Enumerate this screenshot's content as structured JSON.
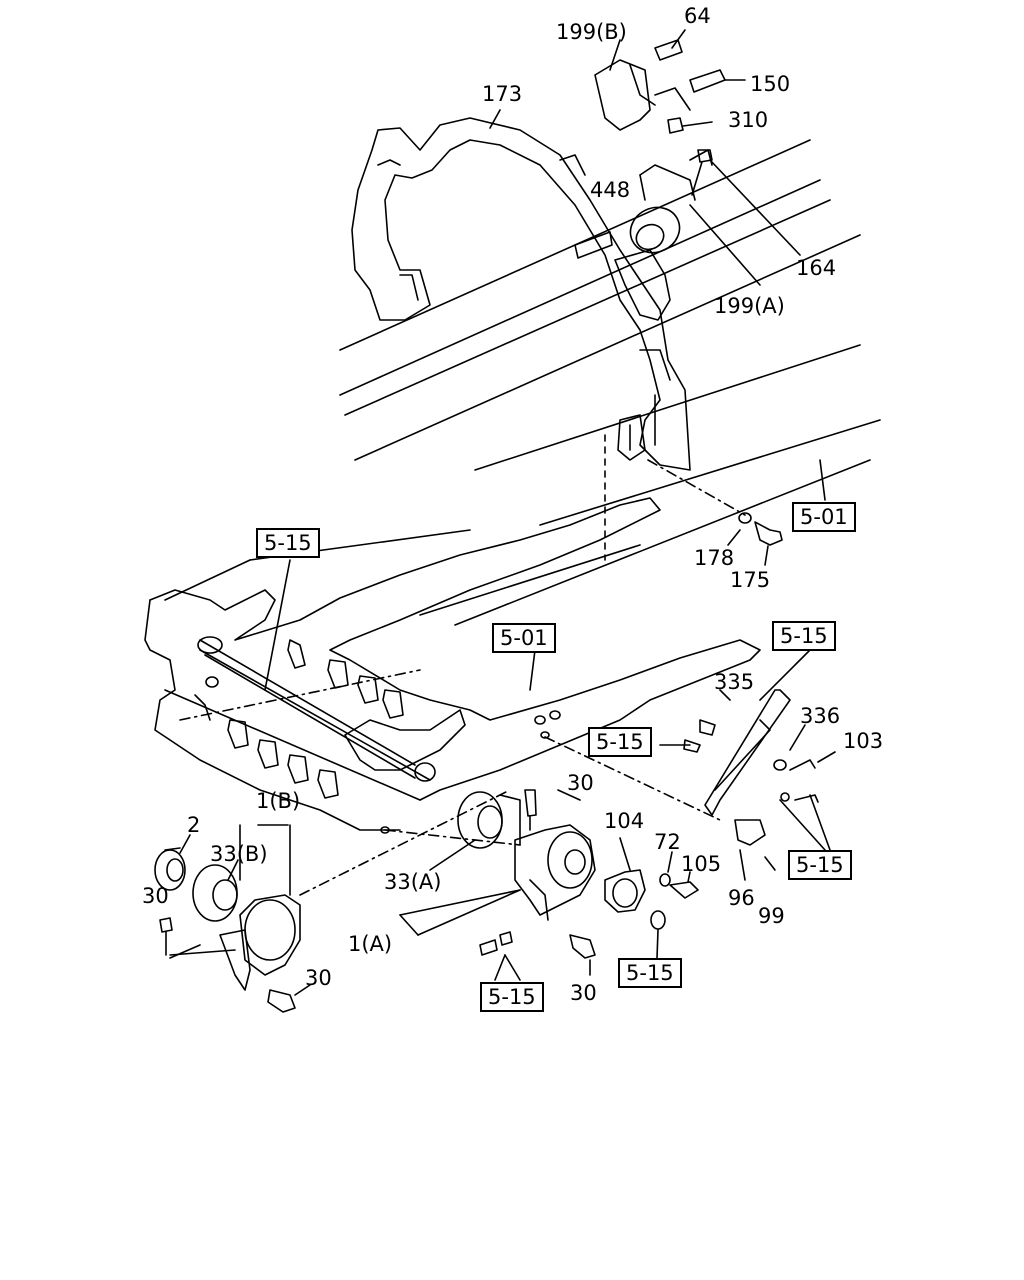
{
  "labels": {
    "l64": "64",
    "l199b": "199(B)",
    "l150": "150",
    "l310": "310",
    "l173": "173",
    "l448": "448",
    "l164": "164",
    "l199a": "199(A)",
    "l178": "178",
    "l175": "175",
    "l335": "335",
    "l336": "336",
    "l103": "103",
    "l30a": "30",
    "l104": "104",
    "l72": "72",
    "l105": "105",
    "l96": "96",
    "l99": "99",
    "l2": "2",
    "l1b": "1(B)",
    "l33b": "33(B)",
    "l30b": "30",
    "l33a": "33(A)",
    "l1a": "1(A)",
    "l30c": "30",
    "l30d": "30"
  },
  "refs": {
    "r501a": "5-01",
    "r515a": "5-15",
    "r501b": "5-01",
    "r515b": "5-15",
    "r515c": "5-15",
    "r515d": "5-15",
    "r515e": "5-15",
    "r515f": "5-15"
  }
}
